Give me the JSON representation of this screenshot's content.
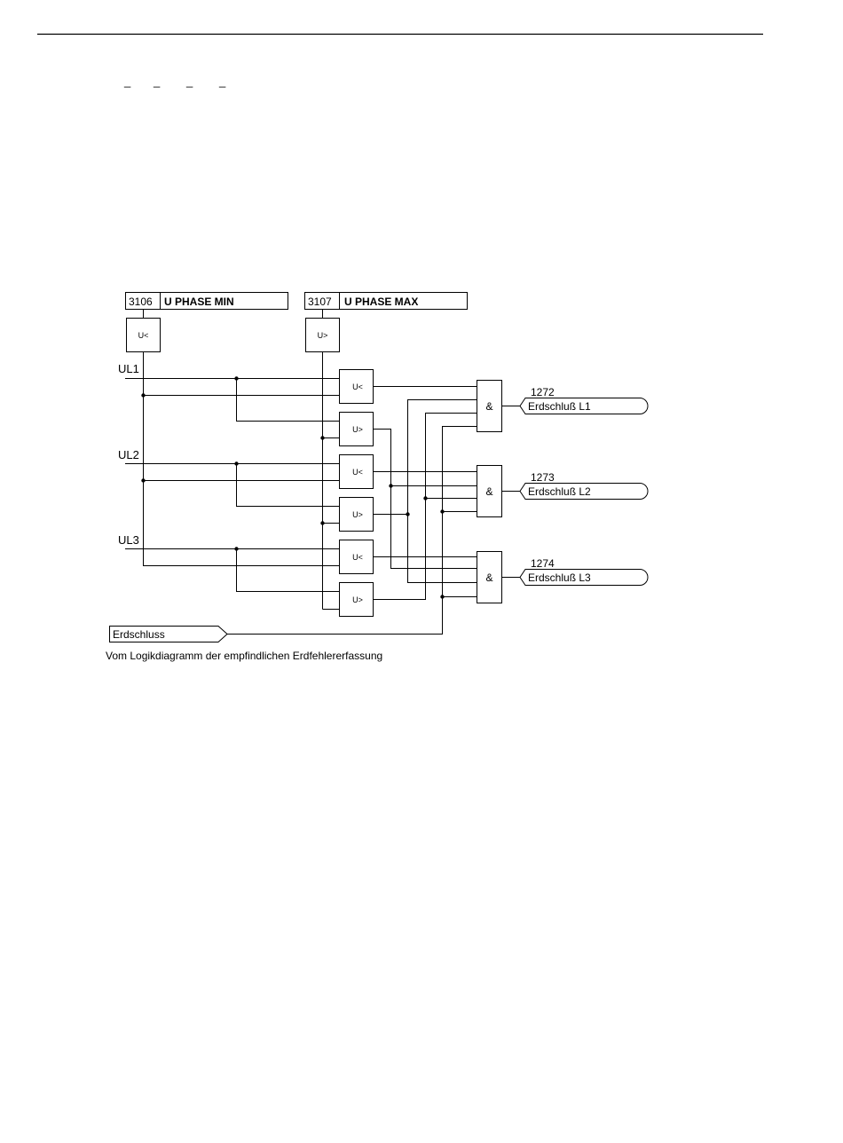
{
  "header": {
    "marks": [
      "_",
      "_",
      "_",
      "_"
    ]
  },
  "parameters": {
    "min": {
      "number": "3106",
      "name": "U PHASE MIN"
    },
    "max": {
      "number": "3107",
      "name": "U PHASE MAX"
    }
  },
  "blocks": {
    "undervoltage": "U<",
    "overvoltage": "U>",
    "and_gate": "&"
  },
  "inputs": {
    "ul1": "UL1",
    "ul2": "UL2",
    "ul3": "UL3"
  },
  "outputs": [
    {
      "number": "1272",
      "label": "Erdschluß L1"
    },
    {
      "number": "1273",
      "label": "Erdschluß L2"
    },
    {
      "number": "1274",
      "label": "Erdschluß L3"
    }
  ],
  "erdschluss_input": {
    "label": "Erdschluss"
  },
  "caption": "Vom Logikdiagramm der empfindlichen Erdfehlererfassung"
}
